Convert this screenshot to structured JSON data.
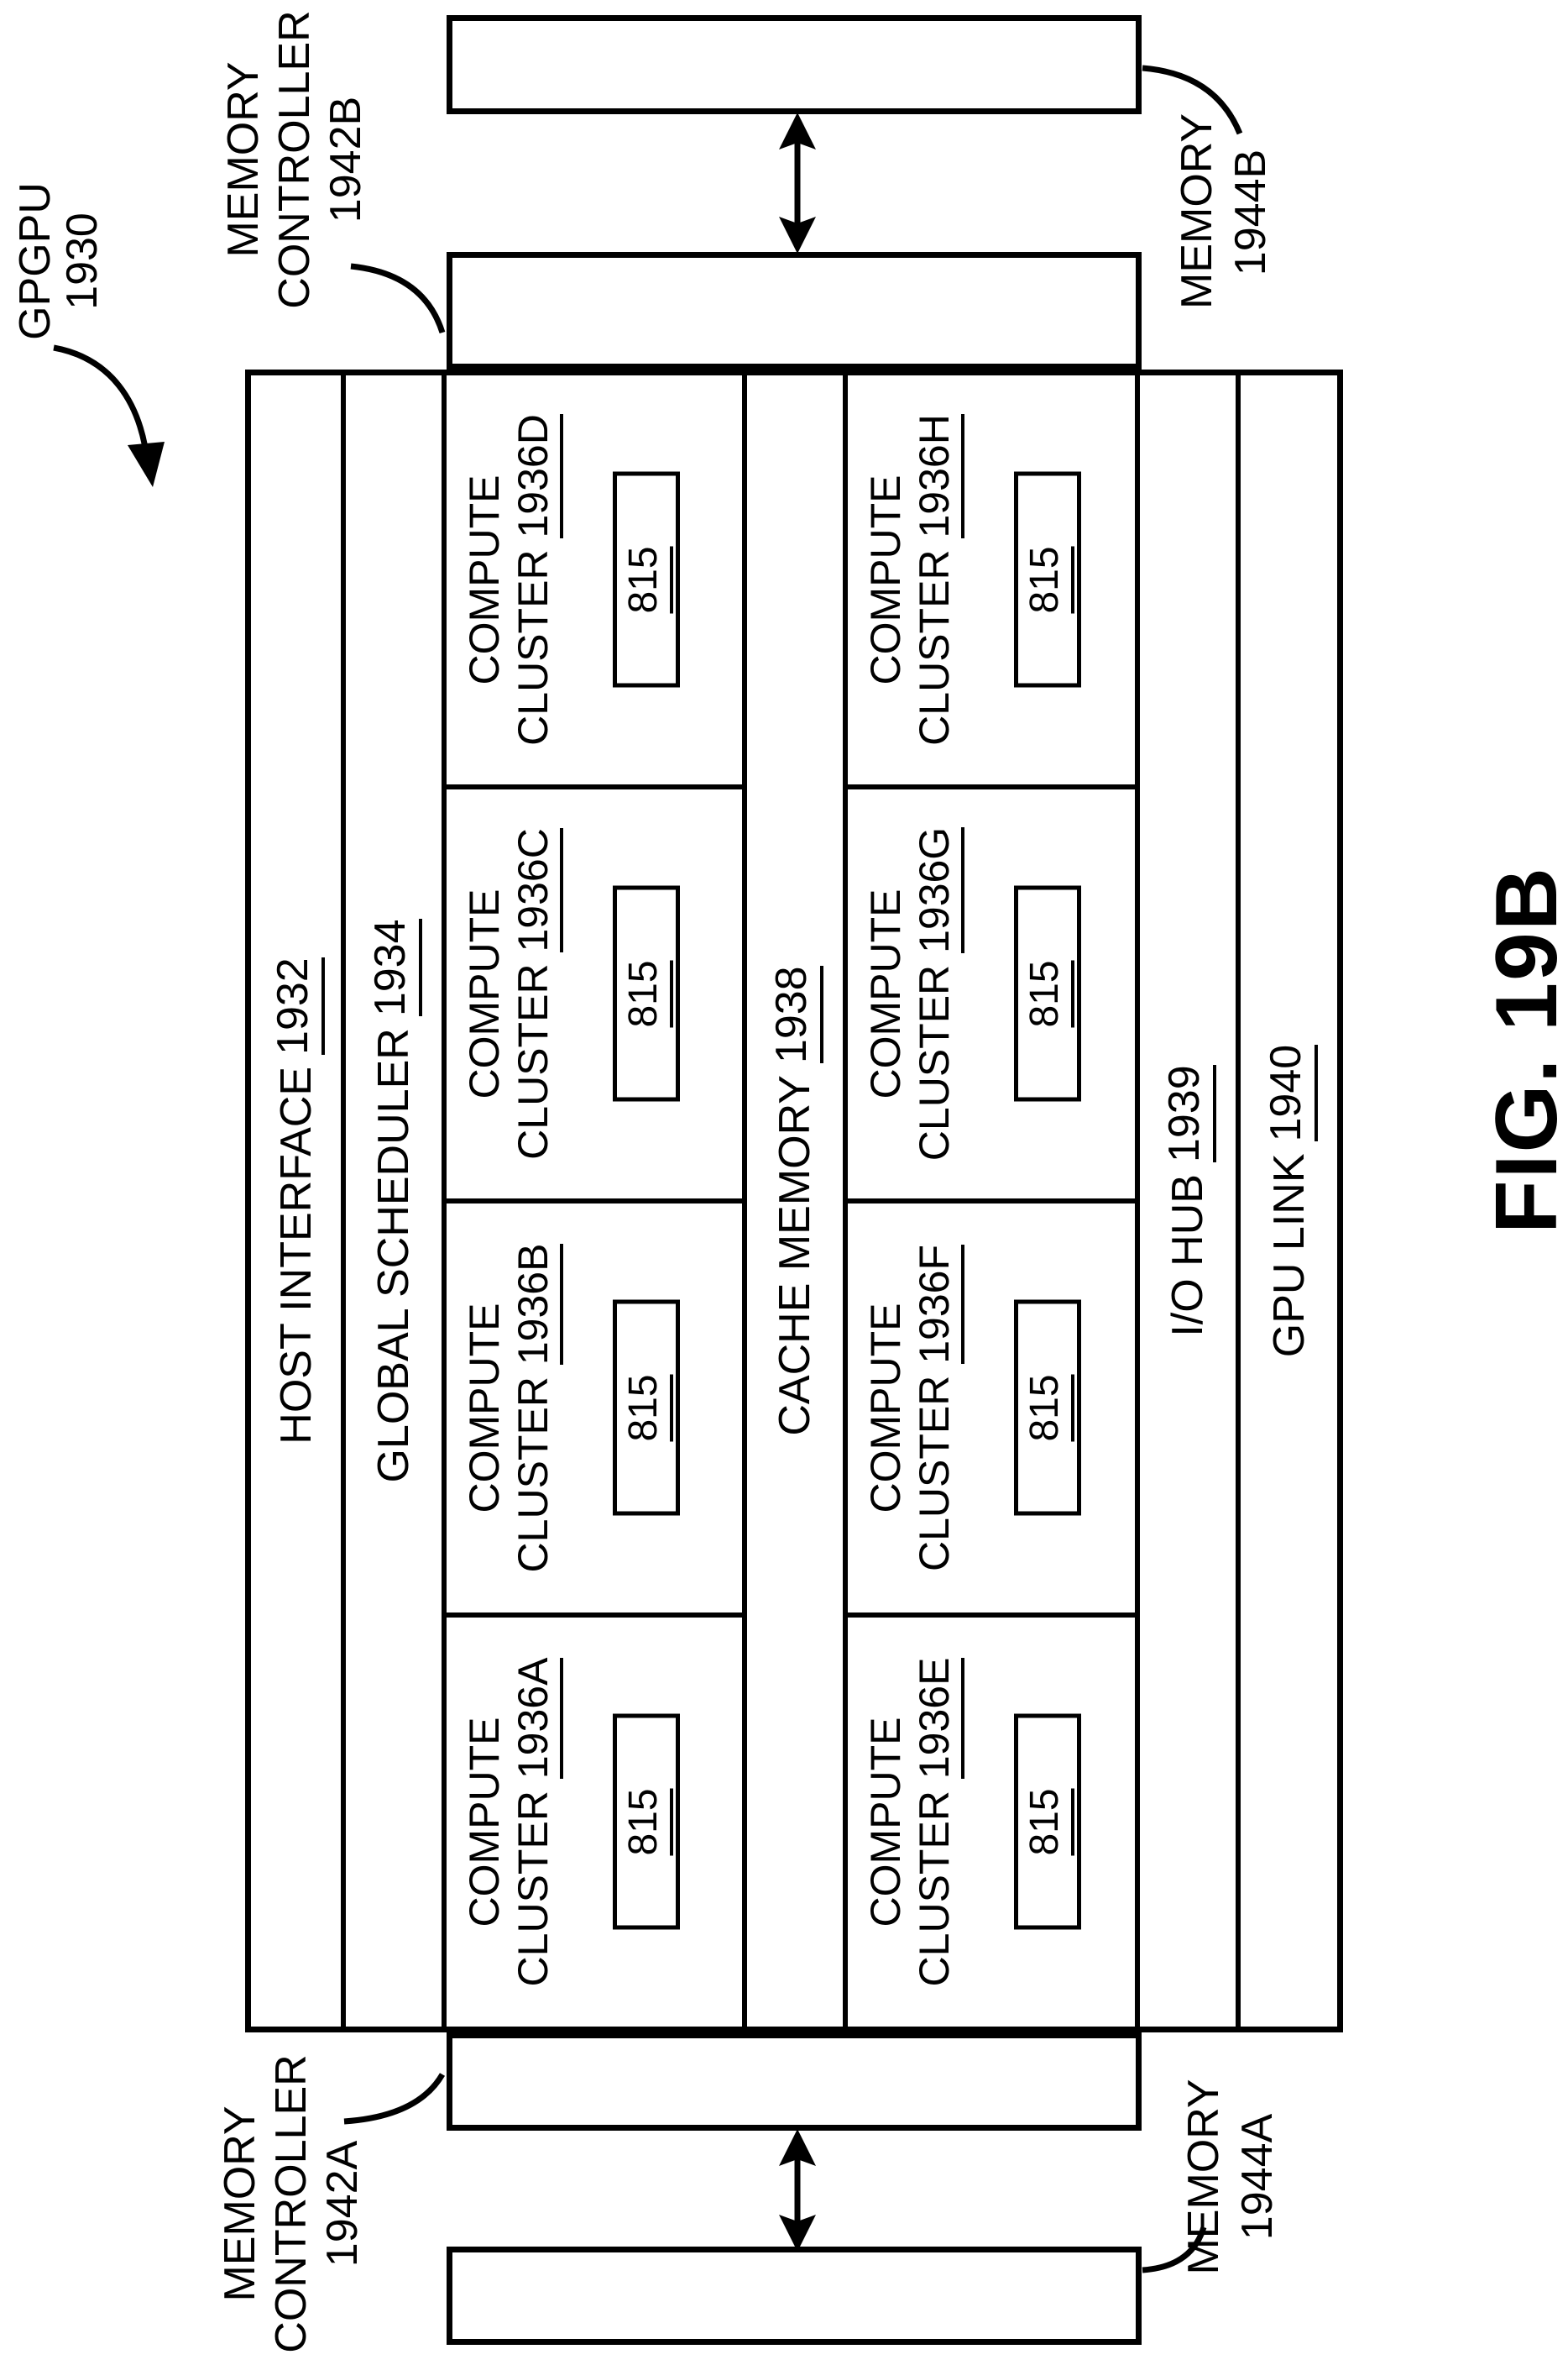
{
  "figure_label": "FIG. 19B",
  "gpgpu": {
    "title": "GPGPU",
    "ref": "1930"
  },
  "host_interface": {
    "label": "HOST INTERFACE",
    "ref": "1932"
  },
  "global_scheduler": {
    "label": "GLOBAL SCHEDULER",
    "ref": "1934"
  },
  "cache_memory": {
    "label": "CACHE MEMORY",
    "ref": "1938"
  },
  "io_hub": {
    "label": "I/O HUB",
    "ref": "1939"
  },
  "gpu_link": {
    "label": "GPU LINK",
    "ref": "1940"
  },
  "clusters": [
    {
      "word1": "COMPUTE",
      "word2": "CLUSTER",
      "ref": "1936A",
      "unit": "815"
    },
    {
      "word1": "COMPUTE",
      "word2": "CLUSTER",
      "ref": "1936B",
      "unit": "815"
    },
    {
      "word1": "COMPUTE",
      "word2": "CLUSTER",
      "ref": "1936C",
      "unit": "815"
    },
    {
      "word1": "COMPUTE",
      "word2": "CLUSTER",
      "ref": "1936D",
      "unit": "815"
    },
    {
      "word1": "COMPUTE",
      "word2": "CLUSTER",
      "ref": "1936E",
      "unit": "815"
    },
    {
      "word1": "COMPUTE",
      "word2": "CLUSTER",
      "ref": "1936F",
      "unit": "815"
    },
    {
      "word1": "COMPUTE",
      "word2": "CLUSTER",
      "ref": "1936G",
      "unit": "815"
    },
    {
      "word1": "COMPUTE",
      "word2": "CLUSTER",
      "ref": "1936H",
      "unit": "815"
    }
  ],
  "memory_controller_b": {
    "line1": "MEMORY",
    "line2": "CONTROLLER",
    "ref": "1942B"
  },
  "memory_controller_a": {
    "line1": "MEMORY",
    "line2": "CONTROLLER",
    "ref": "1942A"
  },
  "memory_b": {
    "line1": "MEMORY",
    "ref": "1944B"
  },
  "memory_a": {
    "line1": "MEMORY",
    "ref": "1944A"
  }
}
